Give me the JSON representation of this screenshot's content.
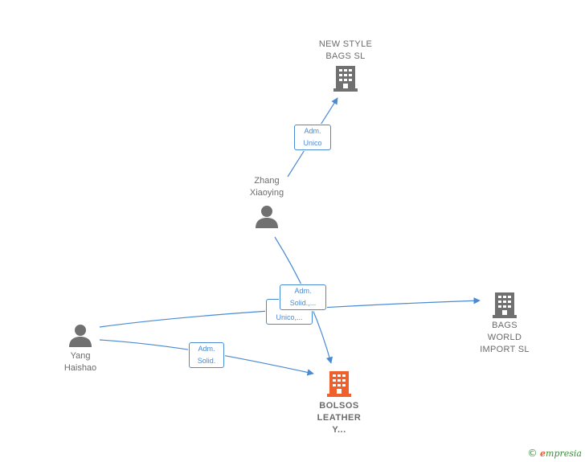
{
  "nodes": {
    "new_style_bags": {
      "label": "NEW STYLE\nBAGS SL",
      "type": "company"
    },
    "zhang_xiaoying": {
      "label": "Zhang\nXiaoying",
      "type": "person"
    },
    "bags_world_import": {
      "label": "BAGS\nWORLD\nIMPORT  SL",
      "type": "company"
    },
    "yang_haishao": {
      "label": "Yang\nHaishao",
      "type": "person"
    },
    "bolsos_leather": {
      "label": "BOLSOS\nLEATHER\nY...",
      "type": "company-main"
    }
  },
  "edges": {
    "zhang_to_newstyle": "Adm.\nUnico",
    "zhang_to_bolsos": "Adm.\nSolid.,...",
    "yang_to_bagsworld": "Adm.\nUnico,...",
    "yang_to_bolsos": "Adm.\nSolid."
  },
  "colors": {
    "edge": "#4a8ad4",
    "icon": "#707070",
    "main_company": "#f0602a"
  },
  "icons": {
    "company": "building-icon",
    "person": "person-icon"
  },
  "branding": {
    "copyright": "©",
    "name": "mpresia",
    "initial": "e"
  }
}
